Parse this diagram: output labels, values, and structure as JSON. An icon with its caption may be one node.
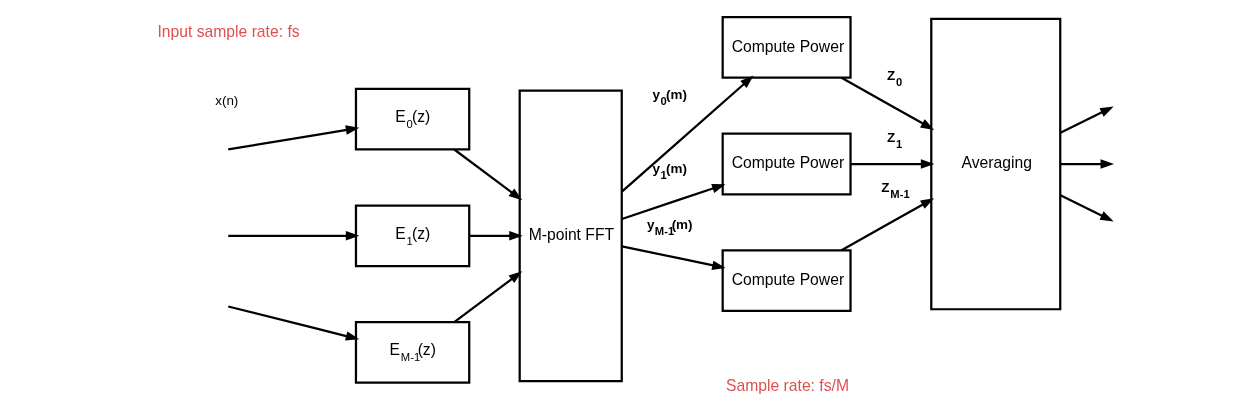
{
  "diagram": {
    "nodes": [
      {
        "text": [
          "E$_{0}$(z)"
        ]
      },
      {
        "text": [
          "E$_{1}$(z)"
        ]
      },
      {
        "text": [
          "E$_{M-1}$(z)"
        ]
      },
      {
        "text": [
          "M-point FFT"
        ]
      },
      {
        "text": [
          "Compute Power"
        ]
      },
      {
        "text": [
          "Compute Power"
        ]
      },
      {
        "text": [
          "Compute Power"
        ]
      },
      {
        "text": [
          "Averaging"
        ]
      }
    ],
    "edges": [
      {
        "from": null,
        "to": 0,
        "arrow": "to"
      },
      {
        "from": null,
        "to": 1,
        "arrow": "to"
      },
      {
        "from": null,
        "to": 2,
        "arrow": "to"
      },
      {
        "from": 0,
        "to": 3,
        "arrow": "to"
      },
      {
        "from": 1,
        "to": 3,
        "arrow": "to"
      },
      {
        "from": 2,
        "to": 3,
        "arrow": "to"
      },
      {
        "from": 3,
        "to": 4,
        "arrow": "to",
        "label": "y$_{0}$(m)"
      },
      {
        "from": 3,
        "to": 5,
        "arrow": "to",
        "label": "y$_{1}$(m)"
      },
      {
        "from": 3,
        "to": 6,
        "arrow": "to",
        "label": "y$_{M-1}$(m)"
      },
      {
        "from": 4,
        "to": 7,
        "arrow": "to",
        "label": "Z$_{0}$"
      },
      {
        "from": 5,
        "to": 7,
        "arrow": "to",
        "label": "Z$_{1}$"
      },
      {
        "from": 6,
        "to": 7,
        "arrow": "to",
        "label": "Z$_{M-1}$"
      },
      {
        "from": 7,
        "to": null,
        "arrow": "to"
      },
      {
        "from": 7,
        "to": null,
        "arrow": "to"
      },
      {
        "from": 7,
        "to": null,
        "arrow": "to"
      }
    ],
    "labels": [
      "x(n)",
      "Input sample rate: fs",
      "Sample rate: fs/M"
    ]
  }
}
